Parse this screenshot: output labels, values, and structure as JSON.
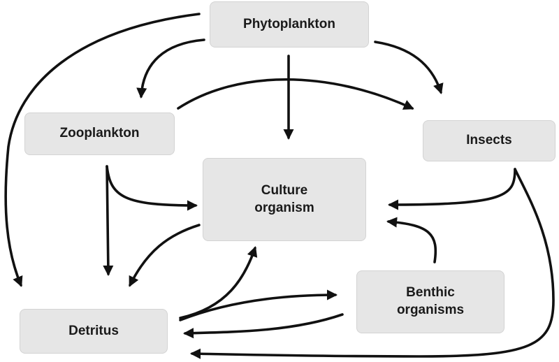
{
  "nodes": {
    "phytoplankton": "Phytoplankton",
    "zooplankton": "Zooplankton",
    "insects": "Insects",
    "culture": "Culture\norganism",
    "benthic": "Benthic\norganisms",
    "detritus": "Detritus"
  },
  "edges": [
    {
      "from": "phytoplankton",
      "to": "zooplankton"
    },
    {
      "from": "phytoplankton",
      "to": "culture"
    },
    {
      "from": "phytoplankton",
      "to": "insects"
    },
    {
      "from": "phytoplankton",
      "to": "detritus"
    },
    {
      "from": "zooplankton",
      "to": "insects"
    },
    {
      "from": "zooplankton",
      "to": "culture"
    },
    {
      "from": "zooplankton",
      "to": "detritus"
    },
    {
      "from": "culture",
      "to": "detritus"
    },
    {
      "from": "insects",
      "to": "culture"
    },
    {
      "from": "insects",
      "to": "detritus"
    },
    {
      "from": "benthic",
      "to": "culture"
    },
    {
      "from": "benthic",
      "to": "detritus"
    },
    {
      "from": "detritus",
      "to": "culture"
    },
    {
      "from": "detritus",
      "to": "benthic"
    }
  ],
  "colors": {
    "node_fill": "#e6e6e6",
    "arrow": "#111111"
  }
}
